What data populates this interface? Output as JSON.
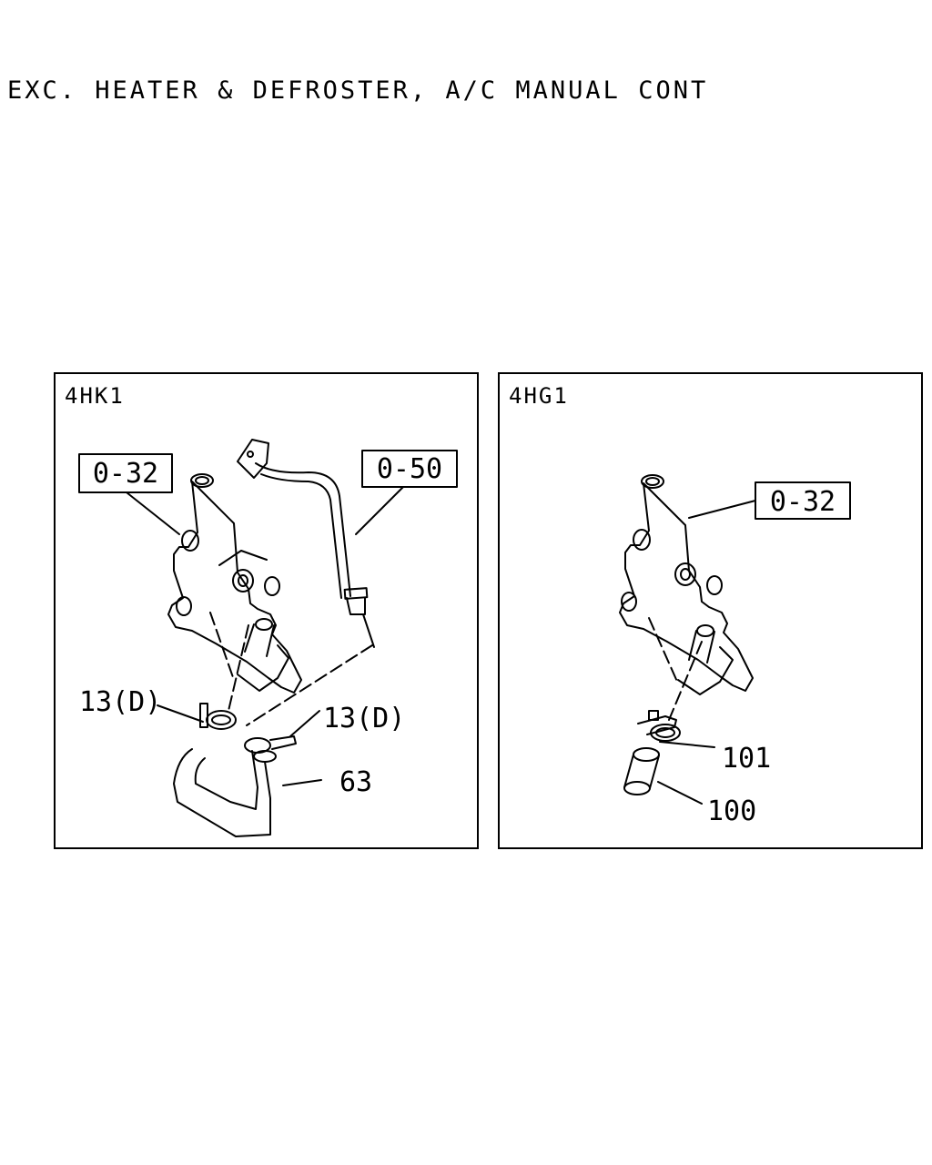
{
  "title": "EXC. HEATER & DEFROSTER, A/C MANUAL CONT",
  "panels": [
    {
      "label": "4HK1",
      "callouts": {
        "box1": "0-32",
        "box2": "0-50",
        "clamp_a": "13(D)",
        "clamp_b": "13(D)",
        "hose": "63"
      }
    },
    {
      "label": "4HG1",
      "callouts": {
        "box1": "0-32",
        "clamp": "101",
        "hose": "100"
      }
    }
  ]
}
